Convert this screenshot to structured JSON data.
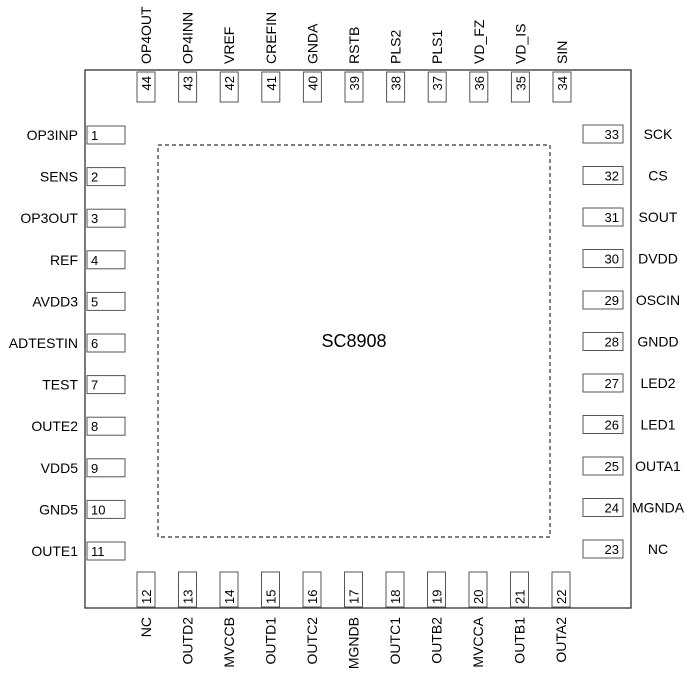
{
  "chip": {
    "name": "SC8908"
  },
  "pins": {
    "left": [
      {
        "number": "1",
        "name": "OP3INP"
      },
      {
        "number": "2",
        "name": "SENS"
      },
      {
        "number": "3",
        "name": "OP3OUT"
      },
      {
        "number": "4",
        "name": "REF"
      },
      {
        "number": "5",
        "name": "AVDD3"
      },
      {
        "number": "6",
        "name": "ADTESTIN"
      },
      {
        "number": "7",
        "name": "TEST"
      },
      {
        "number": "8",
        "name": "OUTE2"
      },
      {
        "number": "9",
        "name": "VDD5"
      },
      {
        "number": "10",
        "name": "GND5"
      },
      {
        "number": "11",
        "name": "OUTE1"
      }
    ],
    "bottom": [
      {
        "number": "12",
        "name": "NC"
      },
      {
        "number": "13",
        "name": "OUTD2"
      },
      {
        "number": "14",
        "name": "MVCCB"
      },
      {
        "number": "15",
        "name": "OUTD1"
      },
      {
        "number": "16",
        "name": "OUTC2"
      },
      {
        "number": "17",
        "name": "MGNDB"
      },
      {
        "number": "18",
        "name": "OUTC1"
      },
      {
        "number": "19",
        "name": "OUTB2"
      },
      {
        "number": "20",
        "name": "MVCCA"
      },
      {
        "number": "21",
        "name": "OUTB1"
      },
      {
        "number": "22",
        "name": "OUTA2"
      }
    ],
    "right": [
      {
        "number": "23",
        "name": "NC"
      },
      {
        "number": "24",
        "name": "MGNDA"
      },
      {
        "number": "25",
        "name": "OUTA1"
      },
      {
        "number": "26",
        "name": "LED1"
      },
      {
        "number": "27",
        "name": "LED2"
      },
      {
        "number": "28",
        "name": "GNDD"
      },
      {
        "number": "29",
        "name": "OSCIN"
      },
      {
        "number": "30",
        "name": "DVDD"
      },
      {
        "number": "31",
        "name": "SOUT"
      },
      {
        "number": "32",
        "name": "CS"
      },
      {
        "number": "33",
        "name": "SCK"
      }
    ],
    "top": [
      {
        "number": "34",
        "name": "SIN"
      },
      {
        "number": "35",
        "name": "VD_IS"
      },
      {
        "number": "36",
        "name": "VD_FZ"
      },
      {
        "number": "37",
        "name": "PLS1"
      },
      {
        "number": "38",
        "name": "PLS2"
      },
      {
        "number": "39",
        "name": "RSTB"
      },
      {
        "number": "40",
        "name": "GNDA"
      },
      {
        "number": "41",
        "name": "CREFIN"
      },
      {
        "number": "42",
        "name": "VREF"
      },
      {
        "number": "43",
        "name": "OP4INN"
      },
      {
        "number": "44",
        "name": "OP4OUT"
      }
    ]
  }
}
